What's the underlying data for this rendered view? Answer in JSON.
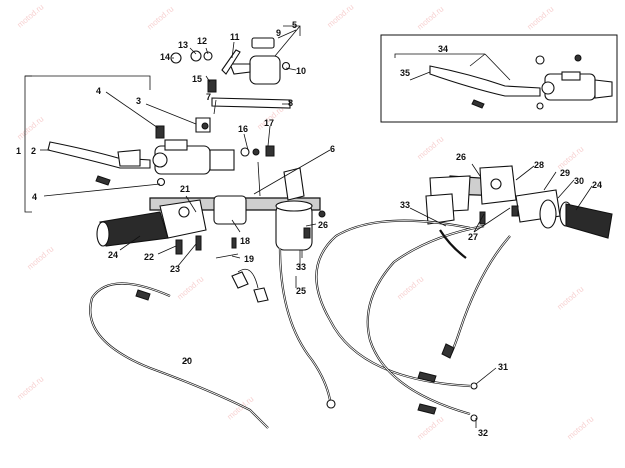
{
  "watermark": "motod.ru",
  "callouts": {
    "c1": "1",
    "c2": "2",
    "c3": "3",
    "c4a": "4",
    "c4b": "4",
    "c5": "5",
    "c6": "6",
    "c7": "7",
    "c8": "8",
    "c9": "9",
    "c10": "10",
    "c11": "11",
    "c12": "12",
    "c13": "13",
    "c14": "14",
    "c15": "15",
    "c16": "16",
    "c17": "17",
    "c18": "18",
    "c19": "19",
    "c20": "20",
    "c21": "21",
    "c22": "22",
    "c23": "23",
    "c24a": "24",
    "c24b": "24",
    "c25": "25",
    "c26a": "26",
    "c26b": "26",
    "c27": "27",
    "c28": "28",
    "c29": "29",
    "c30": "30",
    "c31": "31",
    "c32": "32",
    "c33a": "33",
    "c33b": "33",
    "c34": "34",
    "c35": "35"
  }
}
